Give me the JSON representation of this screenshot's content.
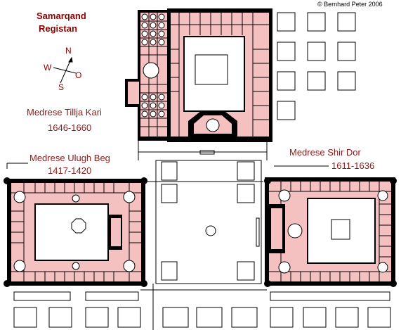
{
  "map": {
    "title_line1": "Samarqand",
    "title_line2": "Registan",
    "copyright": "© Bernhard Peter 2006",
    "compass": {
      "north": "N",
      "west": "W",
      "east": "O",
      "south": "S"
    },
    "buildings": [
      {
        "name": "Medrese Tillja Kari",
        "dates": "1646-1660"
      },
      {
        "name": "Medrese Ulugh Beg",
        "dates": "1417-1420"
      },
      {
        "name": "Medrese Shir Dor",
        "dates": "1611-1636"
      }
    ],
    "colors": {
      "wall": "#000000",
      "rooms": "#f5c0c0",
      "label": "#8b1a1a",
      "title": "#8b0000"
    }
  }
}
